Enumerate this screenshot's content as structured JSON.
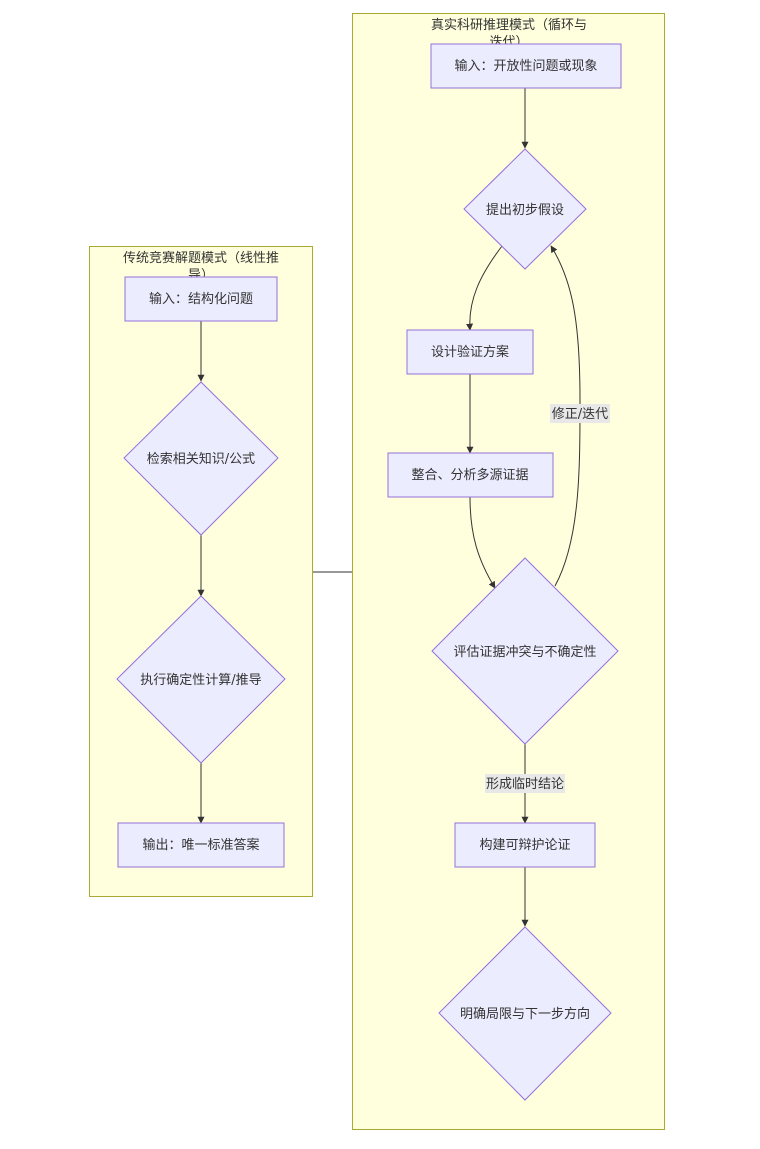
{
  "clusters": {
    "linear": {
      "title_line1": "传统竞赛解题模式（线性推",
      "title_line2": "导）"
    },
    "loop": {
      "title_line1": "真实科研推理模式（循环与",
      "title_line2": "迭代）"
    }
  },
  "nodes": {
    "l1": "输入：结构化问题",
    "l2": "检索相关知识/公式",
    "l3": "执行确定性计算/推导",
    "l4": "输出：唯一标准答案",
    "r1": "输入：开放性问题或现象",
    "r2": "提出初步假设",
    "r3": "设计验证方案",
    "r4": "整合、分析多源证据",
    "r5": "评估证据冲突与不确定性",
    "r6": "构建可辩护论证",
    "r7": "明确局限与下一步方向"
  },
  "edge_labels": {
    "revise": "修正/迭代",
    "conclude": "形成临时结论"
  },
  "colors": {
    "cluster_fill": "#ffffde",
    "cluster_stroke": "#aaaa33",
    "node_fill": "#ececff",
    "node_stroke": "#9370db",
    "edge": "#333333"
  }
}
